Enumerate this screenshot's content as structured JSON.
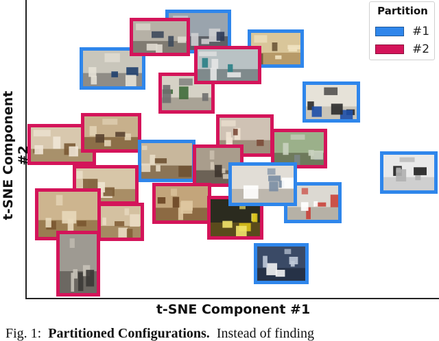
{
  "figure": {
    "xlabel": "t-SNE Component #1",
    "ylabel": "t-SNE Component #2",
    "caption_label": "Fig. 1:",
    "caption_title": "Partitioned Configurations.",
    "caption_text": "Instead of finding"
  },
  "legend": {
    "title": "Partition",
    "items": [
      {
        "label": "#1",
        "color": "#2f86eb"
      },
      {
        "label": "#2",
        "color": "#d4145a"
      }
    ]
  },
  "chart_data": {
    "type": "scatter",
    "xlabel": "t-SNE Component #1",
    "ylabel": "t-SNE Component #2",
    "legend_title": "Partition",
    "legend_position": "top-right",
    "grid": false,
    "series": [
      {
        "name": "#1",
        "color": "#2f86eb",
        "points": [
          {
            "scene": "chair-stacks"
          },
          {
            "scene": "lecture-room-seats"
          },
          {
            "scene": "attic-room"
          },
          {
            "scene": "blue-recycling-bin"
          },
          {
            "scene": "wooden-cabinet-room"
          },
          {
            "scene": "bicycle"
          },
          {
            "scene": "lab-table-shelves"
          },
          {
            "scene": "white-table-chairs"
          },
          {
            "scene": "umbrella-lights"
          }
        ]
      },
      {
        "name": "#2",
        "color": "#d4145a",
        "points": [
          {
            "scene": "cluttered-storage"
          },
          {
            "scene": "shopping-cart"
          },
          {
            "scene": "wood-shelves-workshop"
          },
          {
            "scene": "classroom-desks"
          },
          {
            "scene": "kitchen-room"
          },
          {
            "scene": "stacked-bins"
          },
          {
            "scene": "garden-chair"
          },
          {
            "scene": "doorway-room"
          },
          {
            "scene": "chess-table"
          },
          {
            "scene": "wooden-chair-chess"
          },
          {
            "scene": "wooden-stools"
          },
          {
            "scene": "baskets"
          },
          {
            "scene": "yellow-tree"
          },
          {
            "scene": "metal-shelf-chair"
          }
        ]
      }
    ]
  }
}
